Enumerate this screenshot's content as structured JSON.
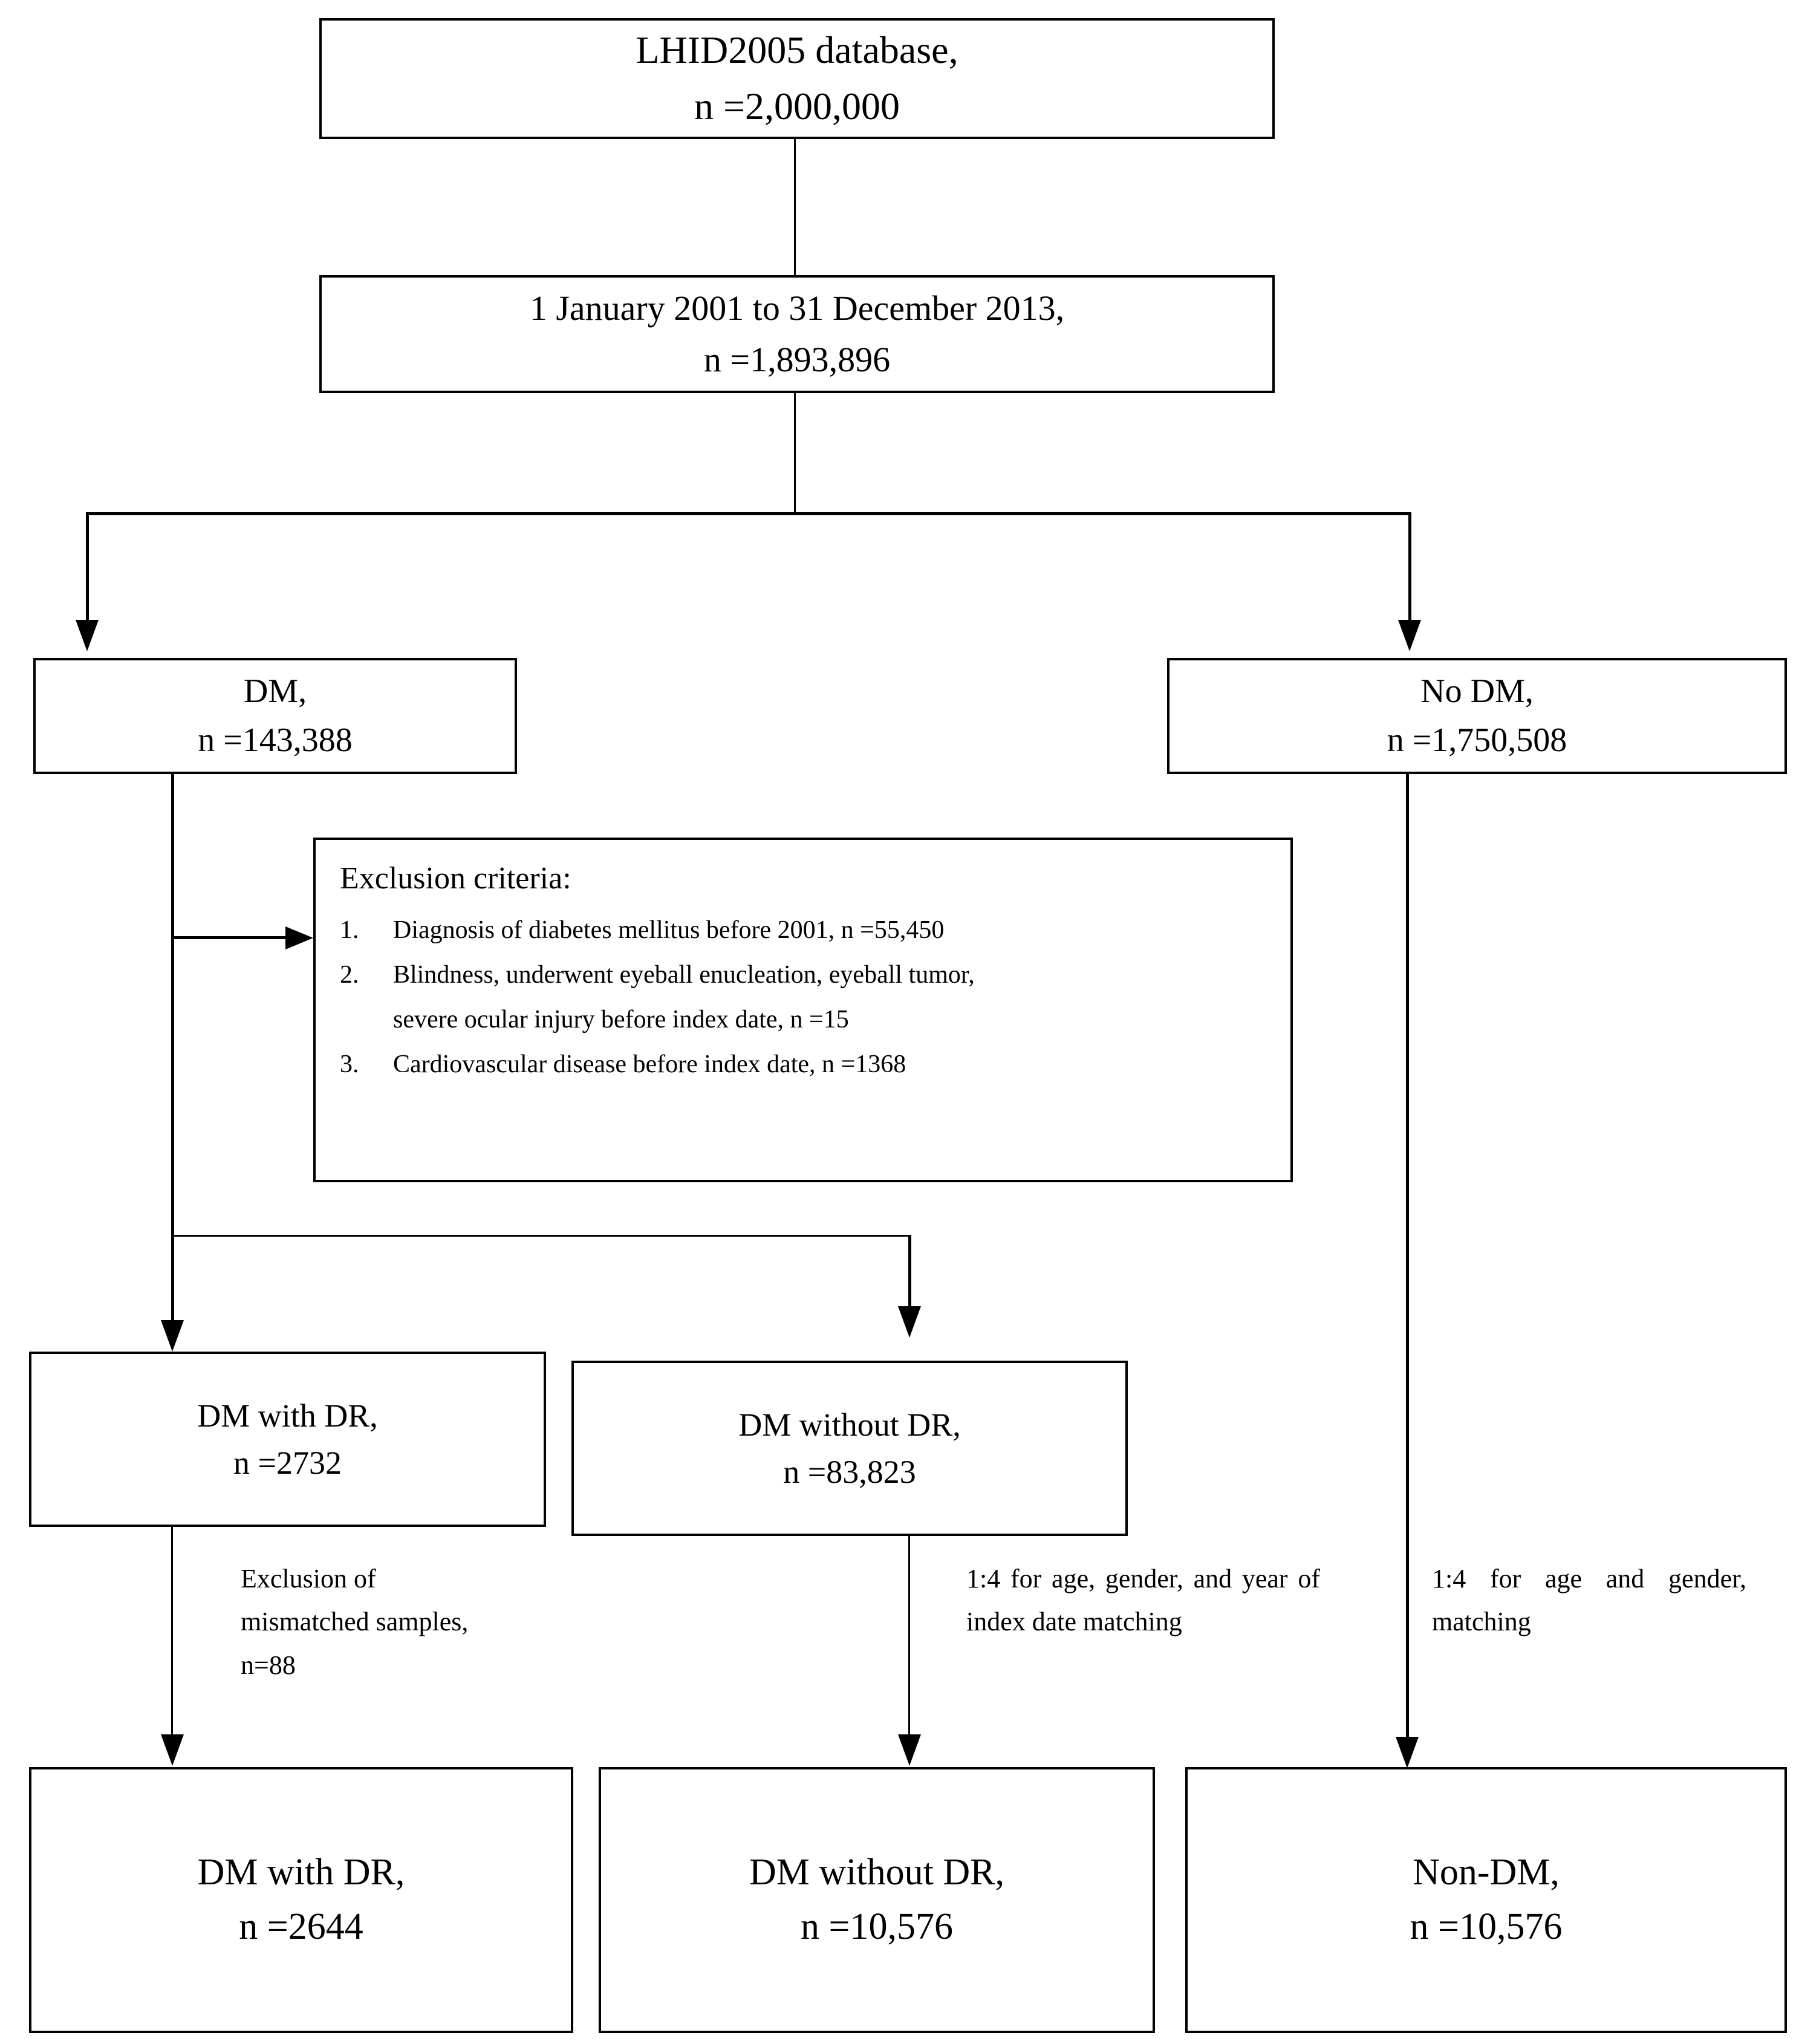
{
  "diagram": {
    "title": "Study population selection flowchart",
    "line_color": "#000000",
    "box_border_color": "#000000",
    "background_color": "#ffffff"
  },
  "nodes": {
    "source": {
      "line1": "LHID2005 database,",
      "line2": "n =2,000,000"
    },
    "period": {
      "line1": "1 January 2001 to 31 December 2013,",
      "line2": "n =1,893,896"
    },
    "dm": {
      "line1": "DM,",
      "line2": "n =143,388"
    },
    "no_dm": {
      "line1": "No DM,",
      "line2": "n =1,750,508"
    },
    "dm_with_dr": {
      "line1": "DM with DR,",
      "line2": "n =2732"
    },
    "dm_without_dr": {
      "line1": "DM without DR,",
      "line2": "n =83,823"
    },
    "final_dm_with_dr": {
      "line1": "DM with DR,",
      "line2": "n =2644"
    },
    "final_dm_without_dr": {
      "line1": "DM without DR,",
      "line2": "n =10,576"
    },
    "final_non_dm": {
      "line1": "Non-DM,",
      "line2": "n =10,576"
    }
  },
  "exclusion": {
    "title": "Exclusion criteria:",
    "items": [
      {
        "number": "1.",
        "text": "Diagnosis of diabetes mellitus before 2001, n =55,450",
        "text_line2": ""
      },
      {
        "number": "2.",
        "text": "Blindness, underwent eyeball enucleation, eyeball tumor,",
        "text_line2": "severe ocular injury before index date, n =15"
      },
      {
        "number": "3.",
        "text": "Cardiovascular disease before index date, n =1368",
        "text_line2": ""
      }
    ]
  },
  "annotations": {
    "mismatch": "Exclusion of mismatched samples, n=88",
    "matching_dm_without_dr": "1:4 for age, gender, and year of index date matching",
    "matching_non_dm": "1:4 for age and gender, matching"
  }
}
